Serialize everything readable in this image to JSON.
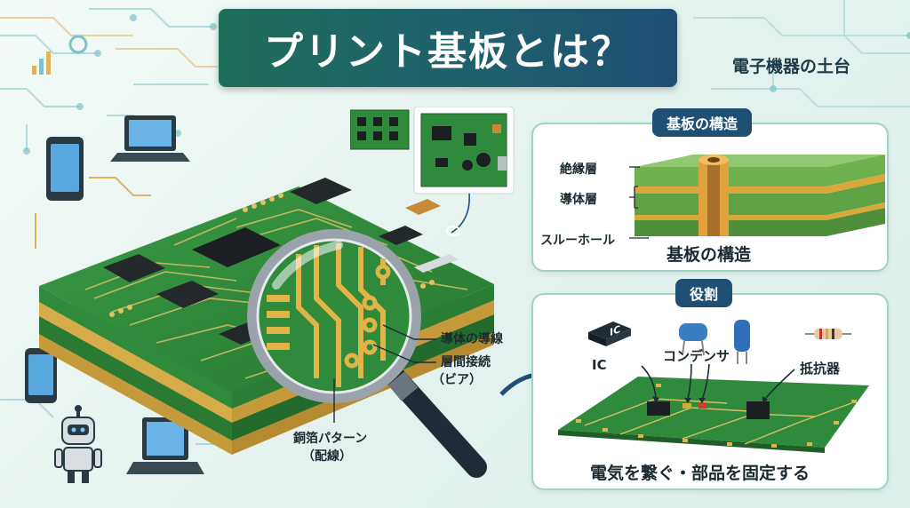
{
  "header": {
    "title": "プリント基板とは？",
    "subtitle": "電子機器の土台"
  },
  "pcb_callouts": {
    "conductor_trace": "導体の導線",
    "via_line1": "層間接続",
    "via_line2": "（ビア）",
    "copper_line1": "銅箔パターン",
    "copper_line2": "（配線）"
  },
  "structure_panel": {
    "tag": "基板の構造",
    "insulation_layer": "絶縁層",
    "conductor_layer": "導体層",
    "through_hole": "スルーホール",
    "caption": "基板の構造"
  },
  "role_panel": {
    "tag": "役割",
    "ic_label": "IC",
    "ic_chip_text": "IC",
    "capacitor_label": "コンデンサ",
    "resistor_label": "抵抗器",
    "caption": "電気を繋ぐ・部品を固定する"
  },
  "colors": {
    "board_green": "#2f8a3c",
    "trace_gold": "#d9a83a",
    "title_bg": "#1f5f6f",
    "tag_bg": "#1f4f73",
    "panel_border": "#9fd3c7"
  }
}
